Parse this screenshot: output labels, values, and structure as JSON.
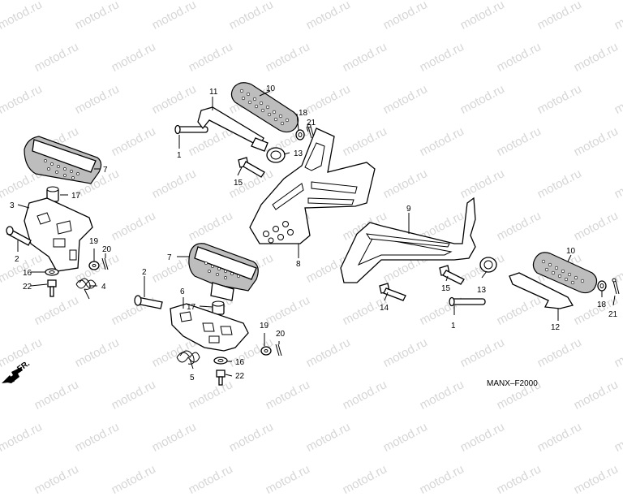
{
  "watermark": "motod.ru",
  "diagram_code": "MANX–F2000",
  "front_label": "FR.",
  "labels": [
    "1",
    "1",
    "2",
    "2",
    "3",
    "4",
    "5",
    "6",
    "7",
    "7",
    "8",
    "9",
    "10",
    "10",
    "11",
    "12",
    "13",
    "13",
    "14",
    "15",
    "15",
    "16",
    "16",
    "17",
    "17",
    "18",
    "18",
    "19",
    "19",
    "20",
    "20",
    "21",
    "21",
    "22",
    "22"
  ]
}
